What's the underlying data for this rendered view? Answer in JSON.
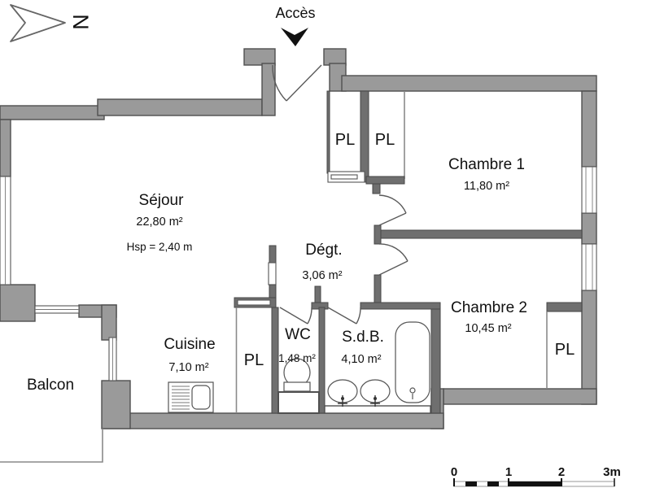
{
  "plan": {
    "access_label": "Accès",
    "north_letter": "N",
    "rooms": {
      "sejour": {
        "name": "Séjour",
        "area": "22,80 m²",
        "ceiling": "Hsp = 2,40 m"
      },
      "cuisine": {
        "name": "Cuisine",
        "area": "7,10 m²"
      },
      "chambre1": {
        "name": "Chambre 1",
        "area": "11,80 m²"
      },
      "chambre2": {
        "name": "Chambre 2",
        "area": "10,45 m²"
      },
      "degagement": {
        "name": "Dégt.",
        "area": "3,06 m²"
      },
      "wc": {
        "name": "WC",
        "area": "1,48 m²"
      },
      "sdb": {
        "name": "S.d.B.",
        "area": "4,10 m²"
      },
      "balcon": {
        "name": "Balcon"
      }
    },
    "closets": [
      "PL",
      "PL",
      "PL",
      "PL"
    ],
    "scale_bar": {
      "ticks": [
        "0",
        "1",
        "2",
        "3m"
      ]
    },
    "colors": {
      "background": "#ffffff",
      "wall_fill": "#9a9a9a",
      "wall_outline": "#4f4f4f",
      "partition_fill": "#6f6f6f",
      "text": "#111111",
      "access_arrow": "#111111",
      "scale_black": "#111111"
    }
  }
}
